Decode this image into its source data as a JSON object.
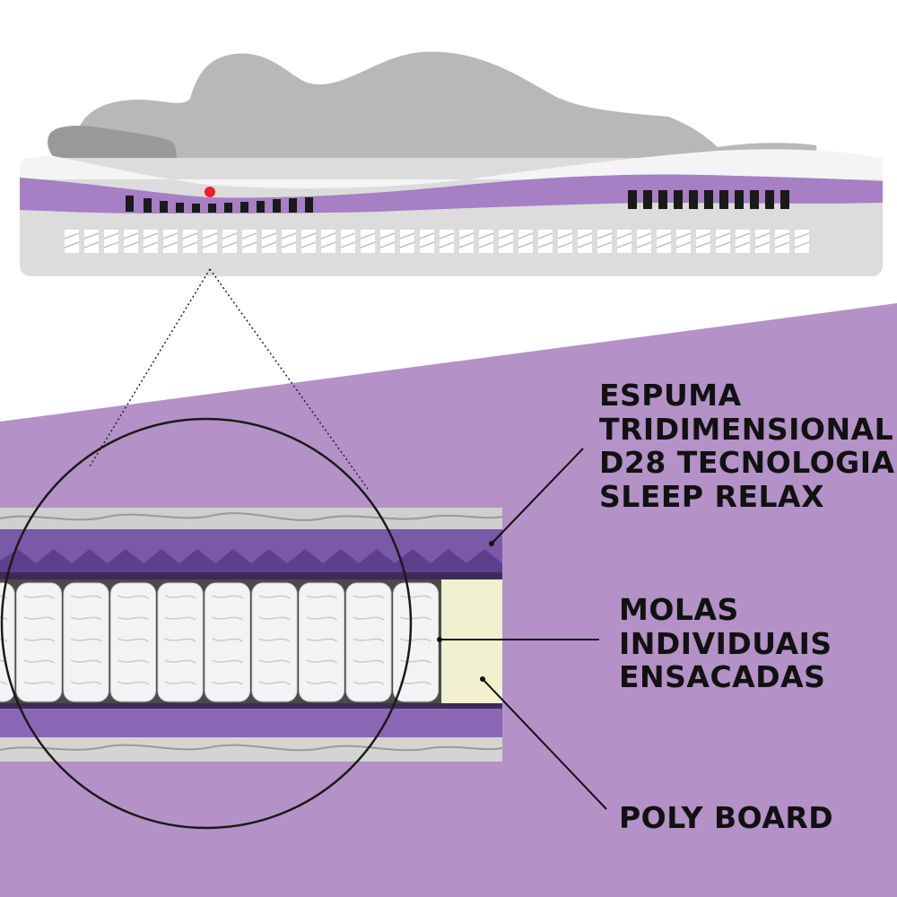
{
  "colors": {
    "background": "#ffffff",
    "lavender_panel": "#b491c7",
    "mattress_gray": "#dcdcdc",
    "purple_layer": "#a67fc4",
    "body_silhouette": "#b8b8b8",
    "pillow": "#999999",
    "pressure_point": "#e8202a",
    "label_text": "#111111"
  },
  "labels": [
    {
      "id": "espuma",
      "lines": [
        "ESPUMA",
        "TRIDIMENSIONAL",
        "D28 TECNOLOGIA",
        "SLEEP RELAX"
      ]
    },
    {
      "id": "molas",
      "lines": [
        "MOLAS",
        "INDIVIDUAIS",
        "ENSACADAS"
      ]
    },
    {
      "id": "poly",
      "lines": [
        "POLY BOARD"
      ]
    }
  ],
  "icons": [
    "pressure-point-dot",
    "magnifier-circle",
    "leader-line"
  ]
}
